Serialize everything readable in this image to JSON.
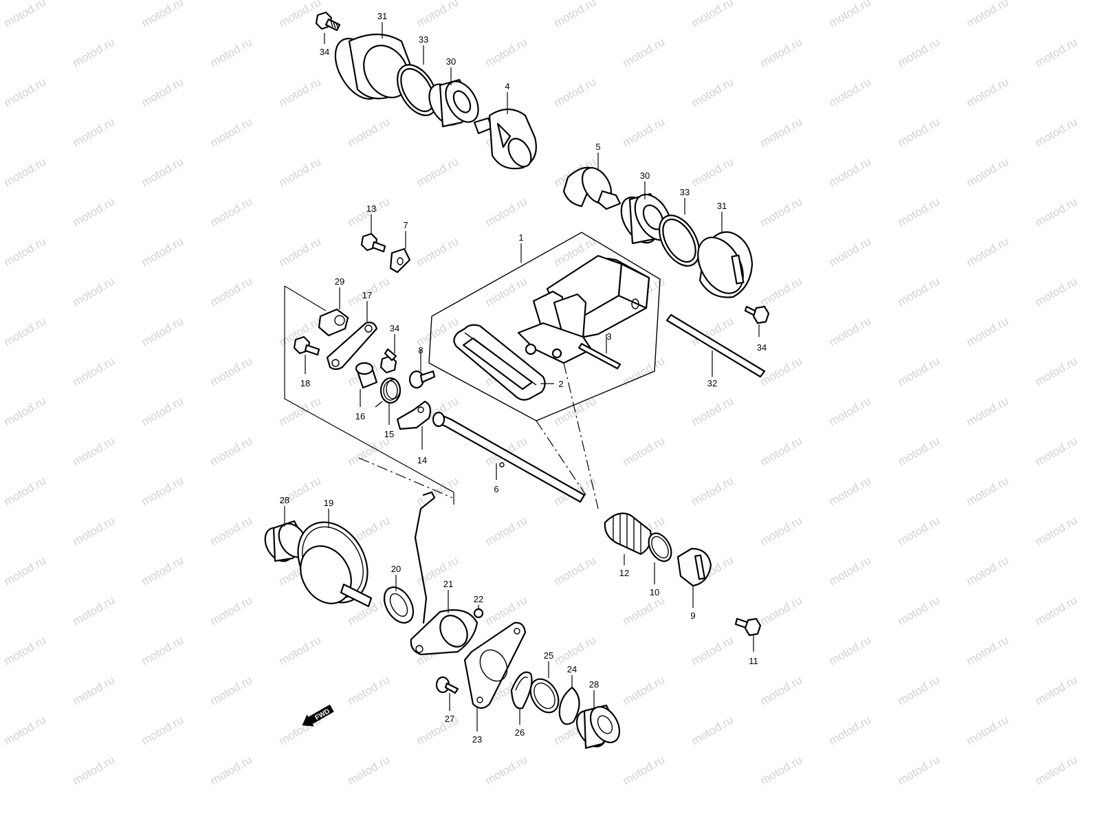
{
  "watermark": {
    "text": "motod.ru",
    "color": "#d2d2d2"
  },
  "direction_arrow": {
    "label": "FWD",
    "icon": "fwd-arrow-icon"
  },
  "callouts": {
    "c1": "1",
    "c2": "2",
    "c3": "3",
    "c4": "4",
    "c5": "5",
    "c6": "6",
    "c7": "7",
    "c8": "8",
    "c9": "9",
    "c10": "10",
    "c11": "11",
    "c12": "12",
    "c13": "13",
    "c14": "14",
    "c15": "15",
    "c16": "16",
    "c17": "17",
    "c18": "18",
    "c19": "19",
    "c20": "20",
    "c21": "21",
    "c22": "22",
    "c23": "23",
    "c24": "24",
    "c25": "25",
    "c26": "26",
    "c27": "27",
    "c28a": "28",
    "c28b": "28",
    "c29": "29",
    "c30a": "30",
    "c30b": "30",
    "c31a": "31",
    "c31b": "31",
    "c32": "32",
    "c33a": "33",
    "c33b": "33",
    "c34a": "34",
    "c34b": "34",
    "c34c": "34"
  },
  "colors": {
    "line": "#000000",
    "background": "#ffffff",
    "watermark": "#d2d2d2"
  }
}
